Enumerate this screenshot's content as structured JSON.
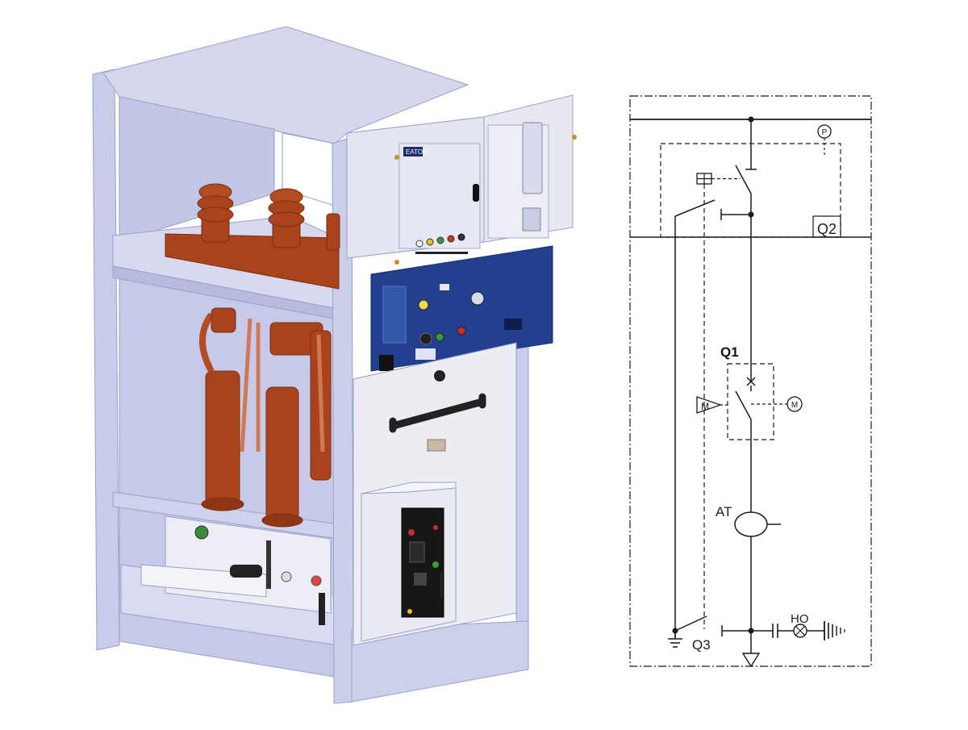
{
  "illustration": {
    "subject": "medium-voltage-switchgear-panel",
    "colors": {
      "frame": "#c8cce8",
      "frame_dark": "#a9aed6",
      "insulator": "#a8431c",
      "insulator_dark": "#7d2e10",
      "control_panel": "#23408e",
      "door": "#ecedf3"
    },
    "brand_logo": "EATON"
  },
  "diagram": {
    "labels": {
      "pressure_relief": "P",
      "disconnector": "Q2",
      "breaker": "Q1",
      "motor_left": "M",
      "motor_right": "M",
      "current_transformer": "AT",
      "earth_switch": "Q3",
      "voltage_indicator": "HO"
    }
  }
}
